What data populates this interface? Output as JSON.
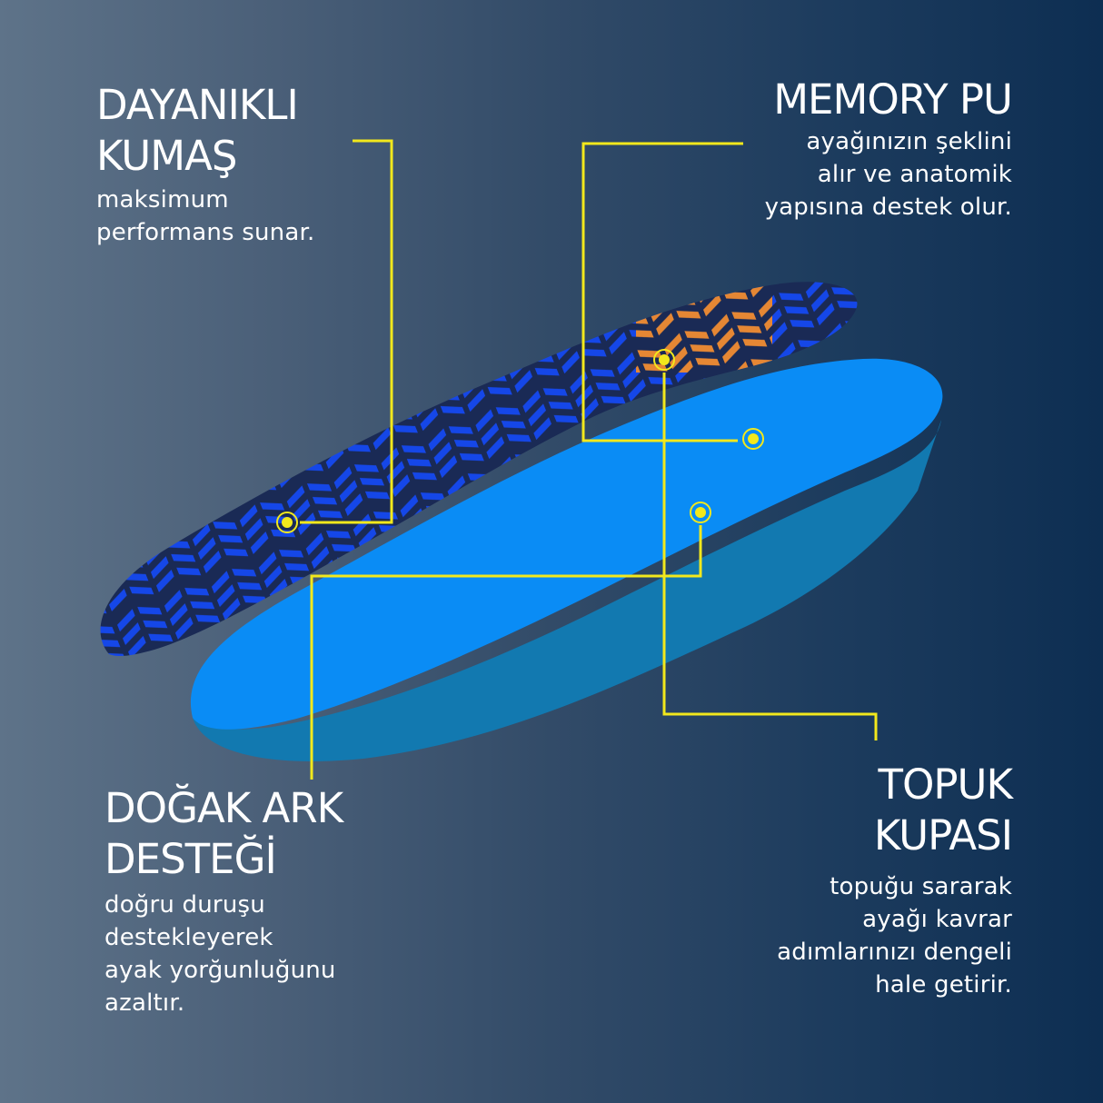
{
  "colors": {
    "background_left": "#5e7389",
    "background_right": "#0d2e52",
    "callout_line": "#f2e81c",
    "fabric_blue": "#1547e8",
    "fabric_dark": "#1a2a55",
    "foam_blue": "#0a8cf5",
    "foam_edge": "#1279b0",
    "accent_orange": "#f08a2a",
    "text": "#ffffff"
  },
  "features": {
    "fabric": {
      "title": [
        "DAYANIKLI",
        "KUMAŞ"
      ],
      "description": [
        "maksimum",
        "performans sunar."
      ]
    },
    "memory_pu": {
      "title": [
        "MEMORY PU"
      ],
      "description": [
        "ayağınızın şeklini",
        "alır ve anatomik",
        "yapısına destek olur."
      ]
    },
    "arch_support": {
      "title": [
        "DOĞAK ARK",
        "DESTEĞİ"
      ],
      "description": [
        "doğru duruşu",
        "destekleyerek",
        "ayak yorğunluğunu",
        "azaltır."
      ]
    },
    "heel_cup": {
      "title": [
        "TOPUK",
        "KUPASI"
      ],
      "description": [
        "topuğu sararak",
        "ayağı kavrar",
        "adımlarınızı dengeli",
        "hale getirir."
      ]
    }
  },
  "icons": {
    "callout_marker": "yellow-dot-with-ring"
  }
}
